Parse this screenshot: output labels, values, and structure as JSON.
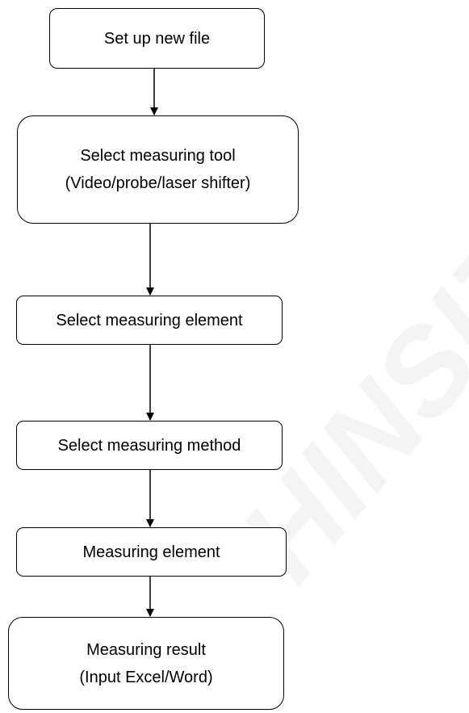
{
  "watermark": {
    "text": "HINSIZE",
    "color": "#f4f4f4"
  },
  "steps": [
    {
      "line1": "Set up new file",
      "line2": ""
    },
    {
      "line1": "Select measuring tool",
      "line2": "(Video/probe/laser shifter)"
    },
    {
      "line1": "Select measuring element",
      "line2": ""
    },
    {
      "line1": "Select measuring method",
      "line2": ""
    },
    {
      "line1": "Measuring element",
      "line2": ""
    },
    {
      "line1": "Measuring result",
      "line2": "(Input Excel/Word)"
    }
  ]
}
